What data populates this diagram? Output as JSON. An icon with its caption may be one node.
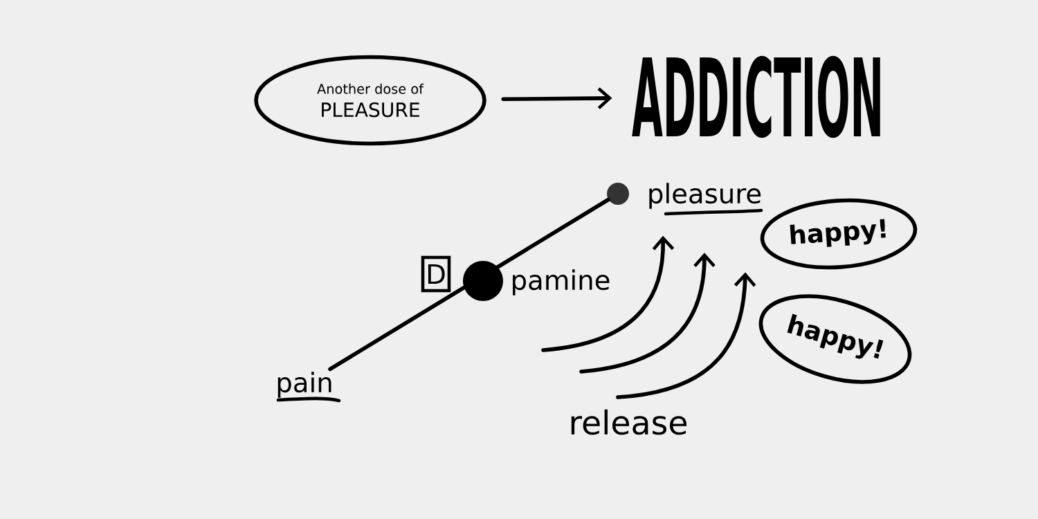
{
  "diagram": {
    "nodes": [
      {
        "text": [
          "Another dose of",
          "PLEASURE"
        ]
      },
      {
        "text": [
          "ADDICTION"
        ]
      },
      {
        "text": [],
        "shape": "circle"
      },
      {
        "text": [
          "pleasure"
        ]
      },
      {
        "text": [
          "D"
        ]
      },
      {
        "text": [
          "pain"
        ]
      },
      {
        "text": [
          "happy!"
        ]
      },
      {
        "text": [
          "happy!"
        ]
      }
    ],
    "edges": [
      {
        "from": 0,
        "to": 1,
        "arrow": "to"
      },
      {
        "from": 5,
        "to": 2,
        "arrow": "none"
      },
      {
        "from": null,
        "to": 3,
        "arrow": "to"
      },
      {
        "from": null,
        "to": 3,
        "arrow": "to"
      },
      {
        "from": null,
        "to": 3,
        "arrow": "to"
      }
    ],
    "labels": [
      "pamine",
      "release"
    ]
  }
}
